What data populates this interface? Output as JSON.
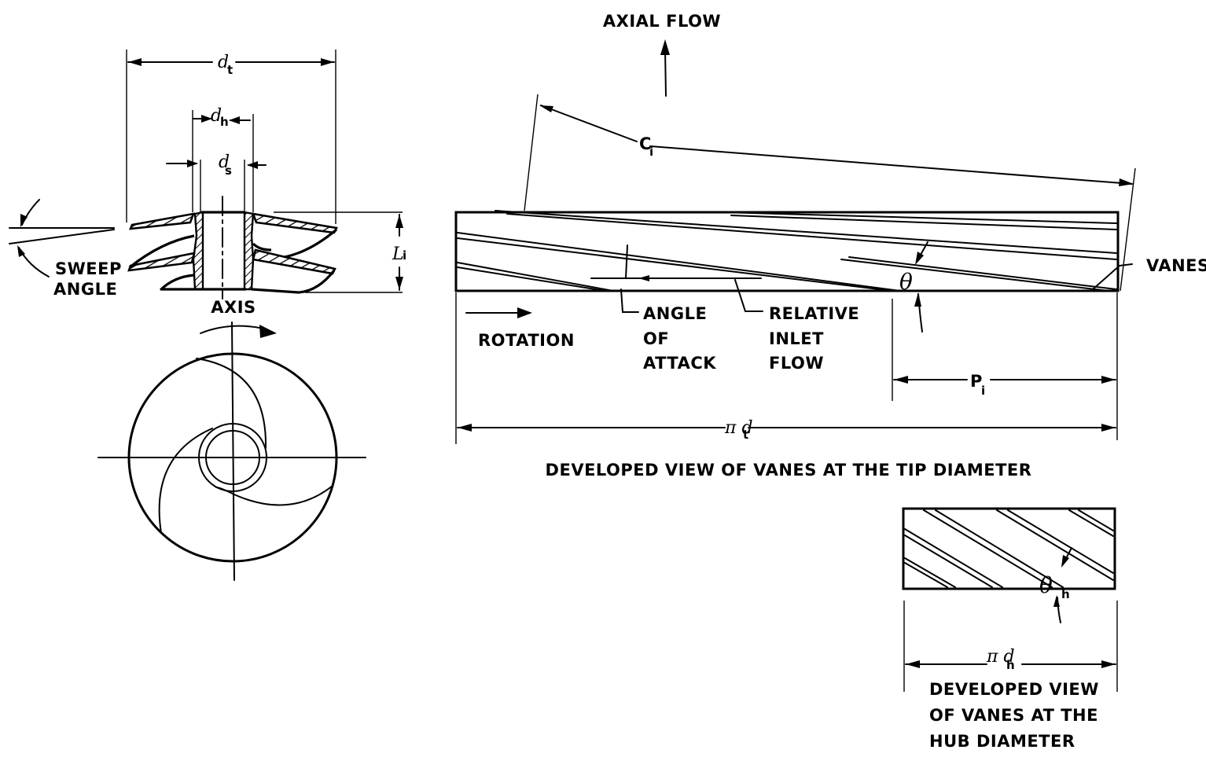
{
  "figure": {
    "type": "engineering-drawing",
    "subject": "inducer vane geometry"
  },
  "side_view": {
    "dim_tip": "d",
    "dim_tip_sub": "t",
    "dim_hub": "d",
    "dim_hub_sub": "h",
    "dim_shaft": "d",
    "dim_shaft_sub": "s",
    "dim_length": "L",
    "dim_length_sub": "i",
    "sweep_label_1": "SWEEP",
    "sweep_label_2": "ANGLE",
    "axis_label": "AXIS"
  },
  "tip_view": {
    "axial_flow_label": "AXIAL FLOW",
    "chord_label": "C",
    "chord_sub": "i",
    "vanes_label": "VANES",
    "theta_label": "θ",
    "rotation_label": "ROTATION",
    "angle_of_attack": [
      "ANGLE",
      "OF",
      "ATTACK"
    ],
    "relative_inlet_flow": [
      "RELATIVE",
      "INLET",
      "FLOW"
    ],
    "pitch_label": "P",
    "pitch_sub": "i",
    "circumference_label": "π d",
    "circumference_sub": "t",
    "caption": "DEVELOPED VIEW OF VANES AT THE TIP DIAMETER"
  },
  "hub_view": {
    "theta_label": "θ",
    "theta_sub": "h",
    "circumference_label": "π d",
    "circumference_sub": "h",
    "caption": [
      "DEVELOPED VIEW",
      "OF VANES AT THE",
      "HUB DIAMETER"
    ]
  }
}
